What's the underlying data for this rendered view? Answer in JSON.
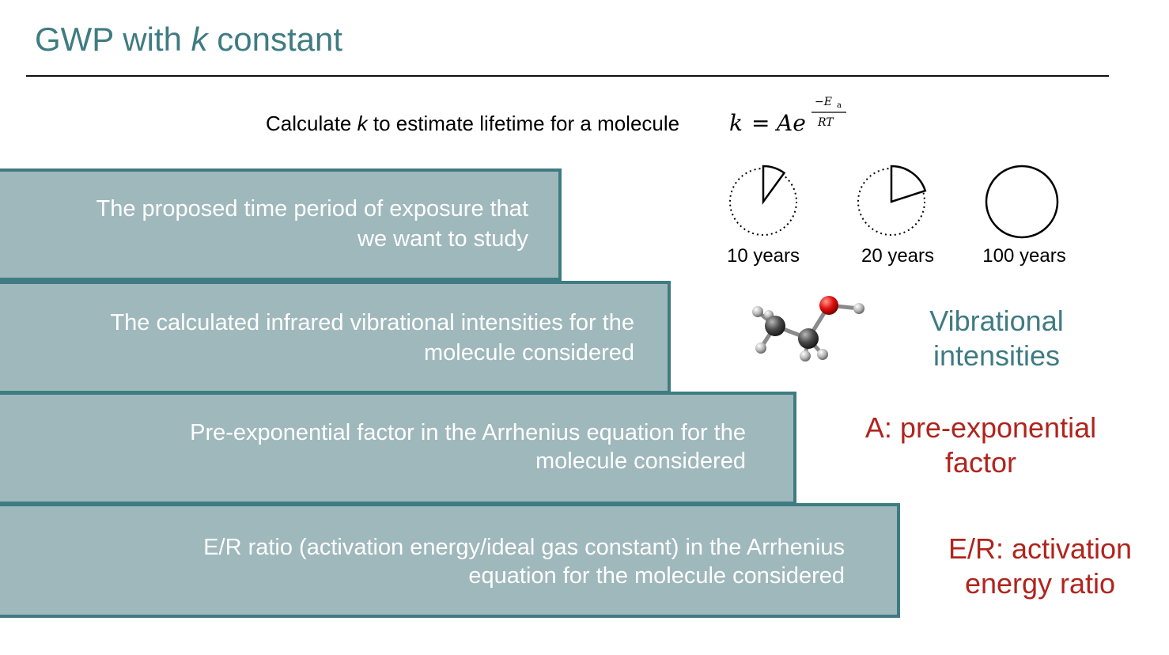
{
  "slide": {
    "title_prefix": "GWP with ",
    "title_k": "k",
    "title_suffix": " constant",
    "intro_prefix": "Calculate ",
    "intro_k": "k",
    "intro_suffix": " to estimate lifetime for a molecule",
    "equation": {
      "lhs": "k",
      "equals": "=",
      "base": "Ae",
      "exp_numerator": "−E",
      "exp_numerator_sub": "a",
      "exp_denominator": "RT"
    }
  },
  "bars": [
    {
      "line1": "The proposed time period of exposure that",
      "line2": "we want to study"
    },
    {
      "line1": "The calculated infrared vibrational intensities for the",
      "line2": "molecule considered"
    },
    {
      "line1": "Pre-exponential factor in the Arrhenius equation for the",
      "line2": "molecule considered"
    },
    {
      "line1": "E/R ratio (activation energy/ideal gas constant) in the Arrhenius",
      "line2": "equation for the molecule considered"
    }
  ],
  "time_periods": [
    {
      "label": "10 years",
      "fraction": 0.1
    },
    {
      "label": "20 years",
      "fraction": 0.2
    },
    {
      "label": "100 years",
      "fraction": 1.0
    }
  ],
  "side_labels": {
    "vibrational": {
      "line1": "Vibrational",
      "line2": "intensities"
    },
    "pre_exponential": {
      "line1": "A: pre-exponential",
      "line2": "factor"
    },
    "activation": {
      "line1": "E/R: activation",
      "line2": "energy ratio"
    }
  },
  "colors": {
    "accent_teal": "#3f7b82",
    "bar_fill": "#9fb8bc",
    "accent_red": "#b0241e"
  },
  "molecule_icon": "molecule-ball-and-stick-icon"
}
